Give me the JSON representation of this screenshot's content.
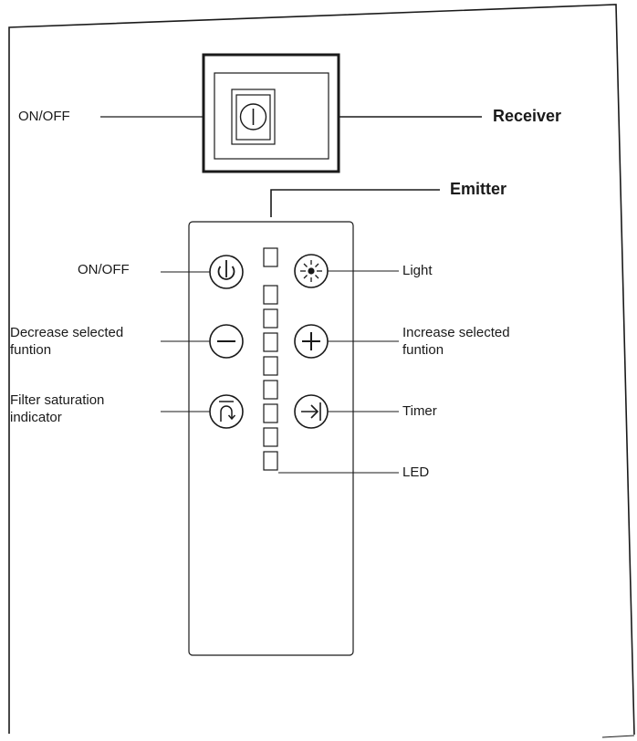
{
  "receiver": {
    "on_off_label": "ON/OFF",
    "title": "Receiver"
  },
  "emitter": {
    "title": "Emitter",
    "labels": {
      "on_off": "ON/OFF",
      "light": "Light",
      "decrease_line1": "Decrease selected",
      "decrease_line2": "funtion",
      "increase_line1": "Increase  selected",
      "increase_line2": "funtion",
      "filter_line1": "Filter saturation",
      "filter_line2": "indicator",
      "timer": "Timer",
      "led": "LED"
    },
    "buttons": [
      {
        "id": "power",
        "icon": "power-icon"
      },
      {
        "id": "light",
        "icon": "light-icon"
      },
      {
        "id": "decrease",
        "icon": "minus-icon"
      },
      {
        "id": "increase",
        "icon": "plus-icon"
      },
      {
        "id": "filter",
        "icon": "filter-reset-icon"
      },
      {
        "id": "timer",
        "icon": "timer-icon"
      }
    ],
    "led_count": 8
  },
  "colors": {
    "line": "#1a1a1a",
    "background": "#ffffff"
  }
}
